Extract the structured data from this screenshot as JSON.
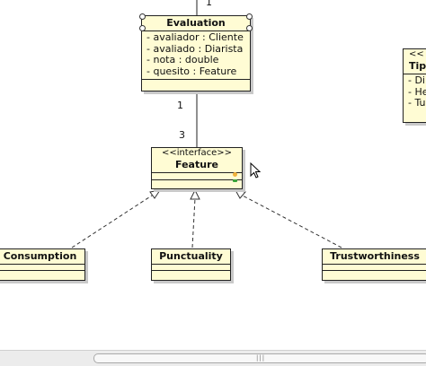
{
  "classes": {
    "evaluation": {
      "name": "Evaluation",
      "attributes": [
        "- avaliador : Cliente",
        "- avaliado : Diarista",
        "- nota : double",
        "- quesito : Feature"
      ]
    },
    "feature": {
      "stereotype": "<<interface>>",
      "name": "Feature"
    },
    "consumption": {
      "name": "Consumption"
    },
    "punctuality": {
      "name": "Punctuality"
    },
    "trustworthiness": {
      "name": "Trustworthiness"
    },
    "tip_partial": {
      "stereotype": "<<",
      "name": "Tip",
      "attributes": [
        "- Di",
        "- He",
        "- Tu"
      ]
    }
  },
  "multiplicities": {
    "top_to_evaluation": "1",
    "evaluation_end": "1",
    "feature_end": "3"
  },
  "colors": {
    "class_fill": "#fffcd4",
    "line": "#222222"
  }
}
